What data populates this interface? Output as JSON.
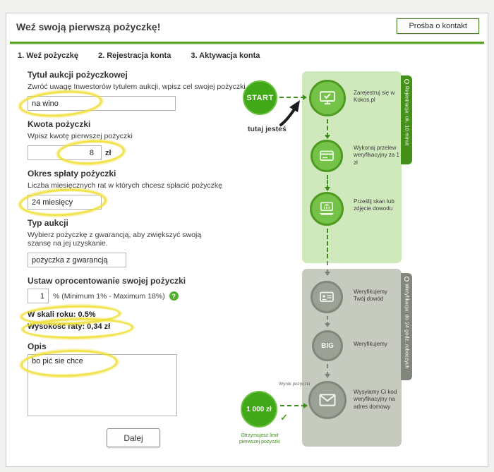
{
  "page": {
    "title": "Weź swoją pierwszą pożyczkę!",
    "contact_button": "Prośba o kontakt"
  },
  "steps": [
    "1. Weź pożyczkę",
    "2. Rejestracja konta",
    "3. Aktywacja konta"
  ],
  "form": {
    "auction_title": {
      "label": "Tytuł aukcji pożyczkowej",
      "hint": "Zwróć uwagę Inwestorów tytułem aukcji, wpisz cel swojej pożyczki",
      "value": "na wino"
    },
    "amount": {
      "label": "Kwota pożyczki",
      "hint": "Wpisz kwotę pierwszej pożyczki",
      "value": "8",
      "unit": "zł"
    },
    "period": {
      "label": "Okres spłaty pożyczki",
      "hint": "Liczba miesięcznych rat w których chcesz spłacić pożyczkę",
      "value": "24 miesięcy"
    },
    "auction_type": {
      "label": "Typ aukcji",
      "hint": "Wybierz pożyczkę z gwarancją, aby zwiększyć swoją szansę na jej uzyskanie.",
      "value": "pożyczka z gwarancją"
    },
    "interest": {
      "label": "Ustaw oprocentowanie swojej pożyczki",
      "value": "1",
      "range_note": "% (Minimum 1% - Maximum 18%)",
      "help": "?",
      "annual_rate": "W skali roku: 0.5%",
      "installment": "Wysokość raty: 0,34 zł"
    },
    "description": {
      "label": "Opis",
      "value": "bo pić sie chce"
    },
    "next_button": "Dalej"
  },
  "diagram": {
    "start": "START",
    "you_are_here": "tutaj jesteś",
    "tabs": {
      "registration": "Rejestracja: ok. 10 minut",
      "verification": "Weryfikacja: do 24 godz. roboczych"
    },
    "steps_registration": [
      "Zarejestruj się w Kokos.pl",
      "Wykonaj przelew weryfikacyjny za 1 zł",
      "Prześlij skan lub zdjęcie dowodu"
    ],
    "steps_verification": [
      "Weryfikujemy Twój dowód",
      "Weryfikujemy",
      "Wysyłamy Ci kod weryfikacyjny na adres domowy"
    ],
    "big_label": "BIG",
    "result": {
      "amount": "1 000 zł",
      "caption_top": "Wynik pożyczki",
      "caption_bottom": "Otrzymujesz limit pierwszej pożyczki"
    }
  },
  "icons": {
    "registration_steps": [
      "monitor-check-icon",
      "transfer-card-icon",
      "laptop-bank-icon"
    ],
    "verification_steps": [
      "id-card-icon",
      "big-icon",
      "envelope-icon"
    ],
    "help": "question-icon",
    "tabs": "clock-icon",
    "you_are_here_arrow": "hand-drawn-arrow-icon",
    "result": "check-icon"
  },
  "colors": {
    "green": "#52ae30",
    "dark_green": "#3e8c1a",
    "light_green_panel": "#cfe8bc",
    "gray_panel": "#c7cabf",
    "highlight_marker": "#f0de2d"
  }
}
